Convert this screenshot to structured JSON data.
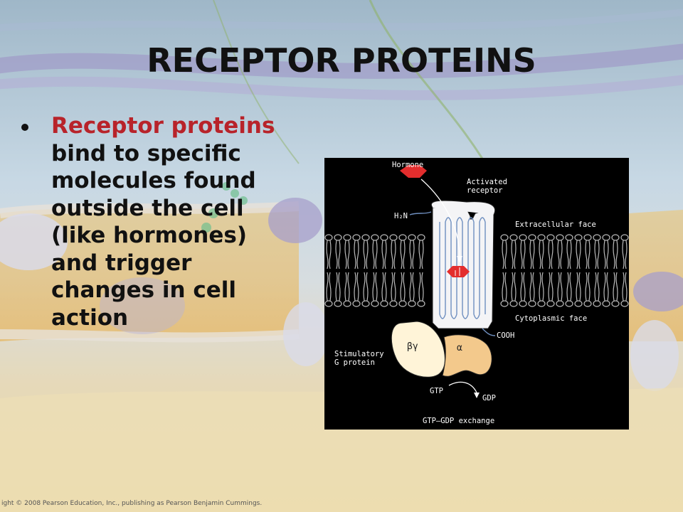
{
  "slide": {
    "title": "RECEPTOR PROTEINS",
    "bullet": {
      "highlight": "Receptor proteins",
      "rest": " bind to specific molecules found outside the cell (like hormones) and trigger changes in cell action"
    },
    "highlight_color": "#b8232a"
  },
  "figure": {
    "labels": {
      "hormone": "Hormone",
      "activated_receptor": "Activated\nreceptor",
      "nh2": "H₂N",
      "extracellular": "Extracellular face",
      "cytoplasmic": "Cytoplasmic face",
      "cooh": "COOH",
      "stimulatory": "Stimulatory\nG protein",
      "beta_gamma": "βγ",
      "alpha": "α",
      "gtp": "GTP",
      "gdp": "GDP",
      "exchange": "GTP–GDP exchange"
    }
  },
  "footer": {
    "copyright": "ight © 2008 Pearson Education, Inc., publishing as Pearson Benjamin Cummings."
  }
}
